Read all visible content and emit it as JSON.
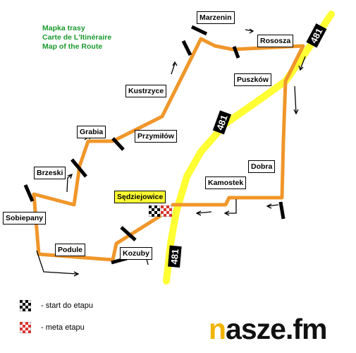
{
  "title": {
    "lines": [
      "Mapka trasy",
      "Carte de L'Itinéraire",
      "Map of the Route"
    ]
  },
  "road": {
    "number": "481"
  },
  "places": {
    "marzenin": "Marzenin",
    "rososza": "Rososza",
    "puszkow": "Puszków",
    "kustrzyce": "Kustrzyce",
    "grabia": "Grabia",
    "przymilow": "Przymiłów",
    "brzeski": "Brzeski",
    "dobra": "Dobra",
    "kamostek": "Kamostek",
    "sedziejowice": "Sędziejowice",
    "sobiepany": "Sobiepany",
    "podule": "Podule",
    "kozuby": "Kozuby"
  },
  "legend": {
    "start": "- start do etapu",
    "finish": "- meta etapu"
  },
  "logo": {
    "first_letter": "n",
    "rest": "asze.fm"
  },
  "colors": {
    "route": "#f0962a",
    "road": "#ffff33",
    "title": "#1a9a2e",
    "highlight": "#ffff33",
    "finish_flag": "#d9322e"
  }
}
